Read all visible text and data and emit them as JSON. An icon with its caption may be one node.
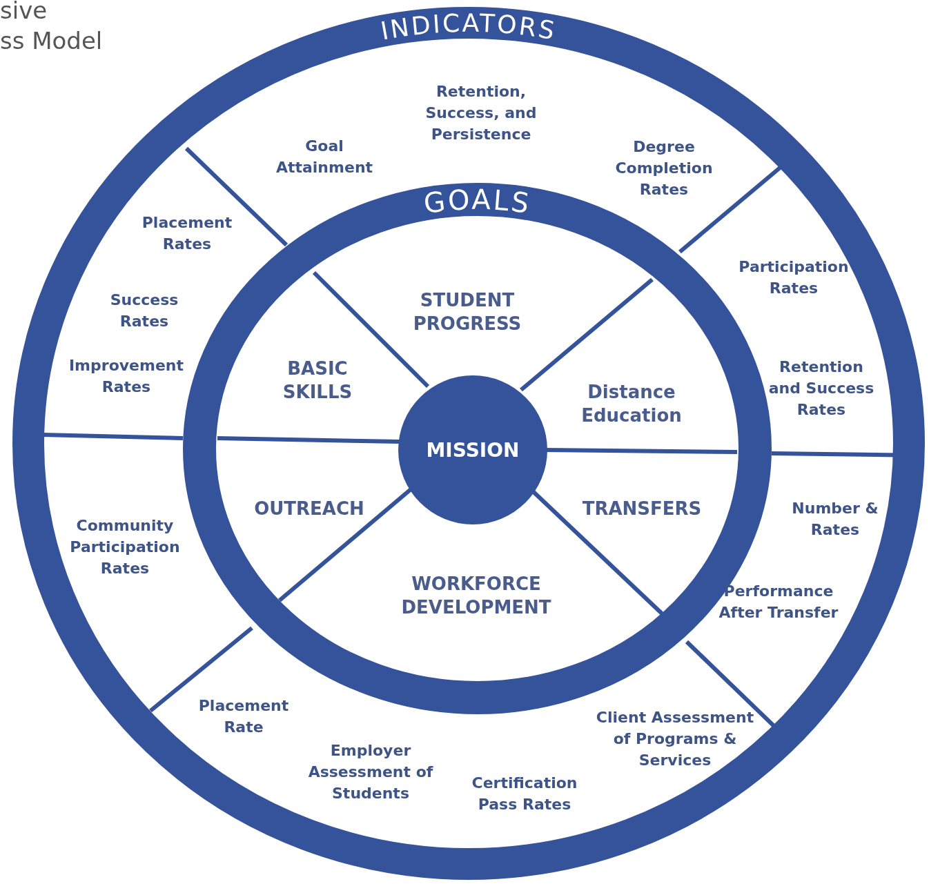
{
  "diagram": {
    "nodes": [
      {
        "text": [
          "INDICATORS"
        ]
      },
      {
        "text": [
          "GOALS"
        ],
        "in": 0
      },
      {
        "text": [
          "MISSION"
        ],
        "in": 1
      },
      {
        "text": [
          "STUDENT PROGRESS"
        ],
        "in": 1
      },
      {
        "text": [
          "Distance Education"
        ],
        "in": 1
      },
      {
        "text": [
          "TRANSFERS"
        ],
        "in": 1
      },
      {
        "text": [
          "WORKFORCE DEVELOPMENT"
        ],
        "in": 1
      },
      {
        "text": [
          "OUTREACH"
        ],
        "in": 1
      },
      {
        "text": [
          "BASIC SKILLS"
        ],
        "in": 1
      },
      {
        "text": [
          "Goal Attainment",
          "Retention, Success, and Persistence",
          "Degree Completion Rates"
        ],
        "in": 0
      },
      {
        "text": [
          "Participation Rates",
          "Retention and Success Rates"
        ],
        "in": 0
      },
      {
        "text": [
          "Number & Rates",
          "Performance After Transfer"
        ],
        "in": 0
      },
      {
        "text": [
          "Placement Rate",
          "Employer Assessment of Students",
          "Certification Pass Rates",
          "Client Assessment of Programs & Services"
        ],
        "in": 0
      },
      {
        "text": [
          "Community Participation Rates"
        ],
        "in": 0
      },
      {
        "text": [
          "Placement Rates",
          "Success Rates",
          "Improvement Rates"
        ],
        "in": 0
      }
    ],
    "labels": [
      "sive",
      "ss Model"
    ]
  }
}
